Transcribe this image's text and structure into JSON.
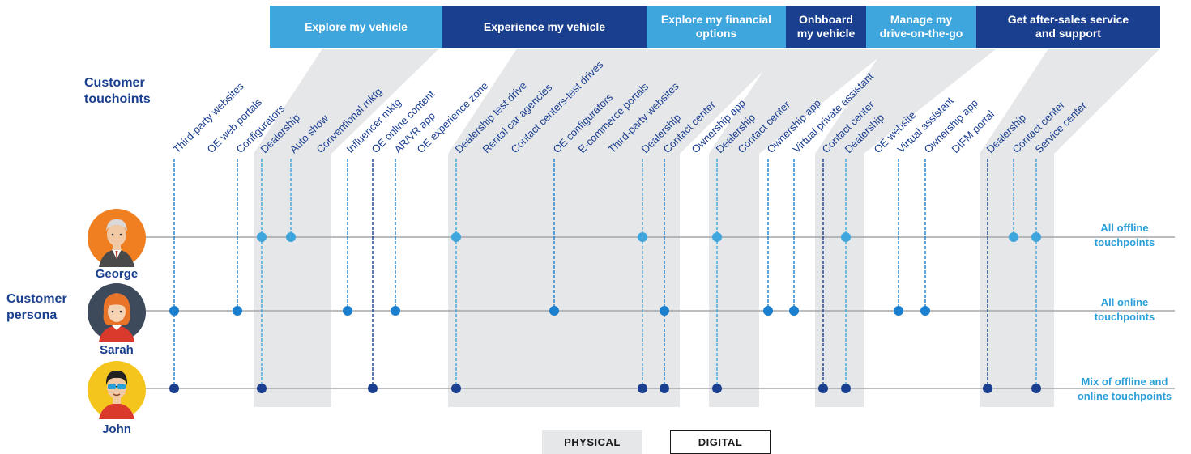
{
  "banners": [
    {
      "label": "Explore my vehicle",
      "color": "#3fa6dd"
    },
    {
      "label": "Experience my vehicle",
      "color": "#1b3f8f"
    },
    {
      "label": "Explore my financial\noptions",
      "color": "#3fa6dd"
    },
    {
      "label": "Onbboard\nmy vehicle",
      "color": "#1b3f8f"
    },
    {
      "label": "Manage my\ndrive-on-the-go",
      "color": "#3fa6dd"
    },
    {
      "label": "Get after-sales service\nand support",
      "color": "#1b3f8f"
    }
  ],
  "section_labels": {
    "touchpoints": "Customer\ntouchoints",
    "persona": "Customer\npersona"
  },
  "personas": [
    {
      "name": "George",
      "lane_label": "All offline\ntouchpoints",
      "dot_color": "#3fa6dd"
    },
    {
      "name": "Sarah",
      "lane_label": "All online\ntouchpoints",
      "dot_color": "#1b7fcf"
    },
    {
      "name": "John",
      "lane_label": "Mix of offline and\nonline touchpoints",
      "dot_color": "#1b3f8f"
    }
  ],
  "touchpoints": [
    {
      "label": "Third-party websites",
      "lanes": [
        1,
        2
      ]
    },
    {
      "label": "OE web portals",
      "lanes": []
    },
    {
      "label": "Configurators",
      "lanes": [
        1
      ]
    },
    {
      "label": "Dealership",
      "lanes": [
        0,
        2
      ]
    },
    {
      "label": "Auto show",
      "lanes": [
        0
      ]
    },
    {
      "label": "Conventional mktg",
      "lanes": []
    },
    {
      "label": "Influencer mktg",
      "lanes": [
        1
      ]
    },
    {
      "label": "OE online content",
      "lanes": [
        2
      ]
    },
    {
      "label": "AR/VR app",
      "lanes": [
        1
      ]
    },
    {
      "label": "OE experience zone",
      "lanes": []
    },
    {
      "label": "Dealership test drive",
      "lanes": [
        0,
        2
      ]
    },
    {
      "label": "Rental car agencies",
      "lanes": []
    },
    {
      "label": "Contact centers-test drives",
      "lanes": []
    },
    {
      "label": "OE configurators",
      "lanes": [
        1
      ]
    },
    {
      "label": "E-commerce portals",
      "lanes": []
    },
    {
      "label": "Third-party websites",
      "lanes": []
    },
    {
      "label": "Dealership",
      "lanes": [
        0,
        2
      ]
    },
    {
      "label": "Contact center",
      "lanes": [
        1,
        2
      ]
    },
    {
      "label": "Ownership app",
      "lanes": []
    },
    {
      "label": "Dealership",
      "lanes": [
        0,
        2
      ]
    },
    {
      "label": "Contact center",
      "lanes": []
    },
    {
      "label": "Ownership app",
      "lanes": [
        1
      ]
    },
    {
      "label": "Virtual private assistant",
      "lanes": [
        1
      ]
    },
    {
      "label": "Contact center",
      "lanes": [
        2
      ]
    },
    {
      "label": "Dealership",
      "lanes": [
        0,
        2
      ]
    },
    {
      "label": "OE website",
      "lanes": []
    },
    {
      "label": "Virtual assistant",
      "lanes": [
        1
      ]
    },
    {
      "label": "Ownership app",
      "lanes": [
        1
      ]
    },
    {
      "label": "DIFM portal",
      "lanes": []
    },
    {
      "label": "Dealership",
      "lanes": [
        2
      ]
    },
    {
      "label": "Contact center",
      "lanes": [
        0
      ]
    },
    {
      "label": "Service center",
      "lanes": [
        0,
        2
      ]
    }
  ],
  "legend": {
    "physical": "PHYSICAL",
    "digital": "DIGITAL"
  },
  "colors": {
    "light_blue": "#3fa6dd",
    "dark_blue": "#1b3f8f",
    "physical_band": "#e6e7e9",
    "lane_line": "#a3a6aa",
    "label_text": "#1b3f8f"
  }
}
